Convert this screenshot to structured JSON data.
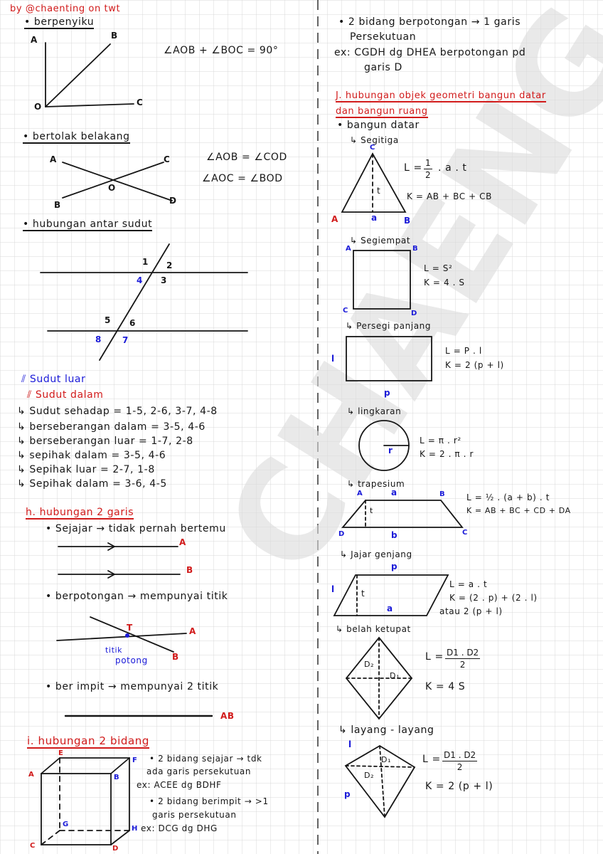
{
  "author": "by @chaenting on twt",
  "watermark": "CHAENG",
  "left": {
    "berpenyiku": {
      "heading": "• berpenyiku",
      "labels": {
        "A": "A",
        "B": "B",
        "O": "O",
        "C": "C"
      },
      "formula": "∠AOB + ∠BOC = 90°"
    },
    "bertolak": {
      "heading": "• bertolak belakang",
      "labels": {
        "A": "A",
        "C": "C",
        "O": "O",
        "B": "B",
        "D": "D"
      },
      "formula1": "∠AOB = ∠COD",
      "formula2": "∠AOC = ∠BOD"
    },
    "antar": {
      "heading": "• hubungan antar sudut",
      "numbers": [
        "1",
        "2",
        "4",
        "3",
        "5",
        "6",
        "8",
        "7"
      ]
    },
    "legend": {
      "luar": "Sudut luar",
      "dalam": "Sudut dalam"
    },
    "rules": [
      "↳ Sudut sehadap = 1-5, 2-6, 3-7, 4-8",
      "↳ berseberangan dalam = 3-5, 4-6",
      "↳ berseberangan luar = 1-7, 2-8",
      "↳ sepihak dalam = 3-5, 4-6",
      "↳ Sepihak luar = 2-7, 1-8",
      "↳ Sepihak dalam = 3-6, 4-5"
    ],
    "h": {
      "heading": "h. hubungan 2 garis",
      "sejajar": "• Sejajar → tidak pernah bertemu",
      "A": "A",
      "B": "B",
      "berpotongan": "• berpotongan → mempunyai titik",
      "T": "T",
      "A2": "A",
      "B2": "B",
      "titik": "titik",
      "potong": "potong",
      "berimpit": "• ber impit → mempunyai 2 titik",
      "AB": "AB"
    },
    "i": {
      "heading": "i. hubungan 2 bidang",
      "cube": {
        "E": "E",
        "F": "F",
        "A": "A",
        "B": "B",
        "G": "G",
        "H": "H",
        "C": "C",
        "D": "D"
      },
      "t1": "• 2 bidang sejajar → tdk",
      "t2": "ada garis persekutuan",
      "t3": "ex: ACEE dg BDHF",
      "t4": "• 2 bidang berimpit → >1",
      "t5": "garis persekutuan",
      "t6": "ex: DCG dg DHG"
    }
  },
  "right": {
    "top1": "• 2 bidang berpotongan → 1 garis",
    "top2": "Persekutuan",
    "top3": "ex: CGDH dg DHEA berpotongan pd",
    "top4": "garis D",
    "j": {
      "heading1": "J. hubungan objek geometri bangun datar",
      "heading2": "dan bangun ruang"
    },
    "bangun": "• bangun datar",
    "segitiga": {
      "title": "↳ Segitiga",
      "C": "C",
      "A": "A",
      "B": "B",
      "a": "a",
      "t": "t",
      "L_pre": "L =",
      "L_num": "1",
      "L_den": "2",
      "L_post": ". a . t",
      "K": "K = AB + BC + CB"
    },
    "segiempat": {
      "title": "↳ Segiempat",
      "A": "A",
      "B": "B",
      "C": "C",
      "D": "D",
      "L": "L = S²",
      "K": "K = 4 . S"
    },
    "persegipanjang": {
      "title": "↳ Persegi panjang",
      "l": "l",
      "p": "p",
      "L": "L = P . l",
      "K": "K = 2 (p + l)"
    },
    "lingkaran": {
      "title": "↳ lingkaran",
      "r": "r",
      "L": "L = π . r²",
      "K": "K = 2 . π . r"
    },
    "trapesium": {
      "title": "↳ trapesium",
      "a": "a",
      "A": "A",
      "B": "B",
      "D": "D",
      "C": "C",
      "b": "b",
      "t": "t",
      "L": "L = ½ . (a + b) . t",
      "K": "K = AB + BC + CD + DA"
    },
    "jajar": {
      "title": "↳ Jajar genjang",
      "p": "p",
      "l": "l",
      "t": "t",
      "a": "a",
      "L": "L = a . t",
      "K": "K = (2 . p) + (2 . l)",
      "K2": "atau 2 (p + l)"
    },
    "belah": {
      "title": "↳ belah ketupat",
      "D2": "D₂",
      "D1": "D₁",
      "L_pre": "L =",
      "L_num": "D1 . D2",
      "L_den": "2",
      "K": "K = 4 S"
    },
    "layang": {
      "title": "↳ layang - layang",
      "l": "l",
      "p": "p",
      "D1": "D₁",
      "D2": "D₂",
      "L_pre": "L =",
      "L_num": "D1 . D2",
      "L_den": "2",
      "K": "K = 2 (p + l)"
    }
  }
}
